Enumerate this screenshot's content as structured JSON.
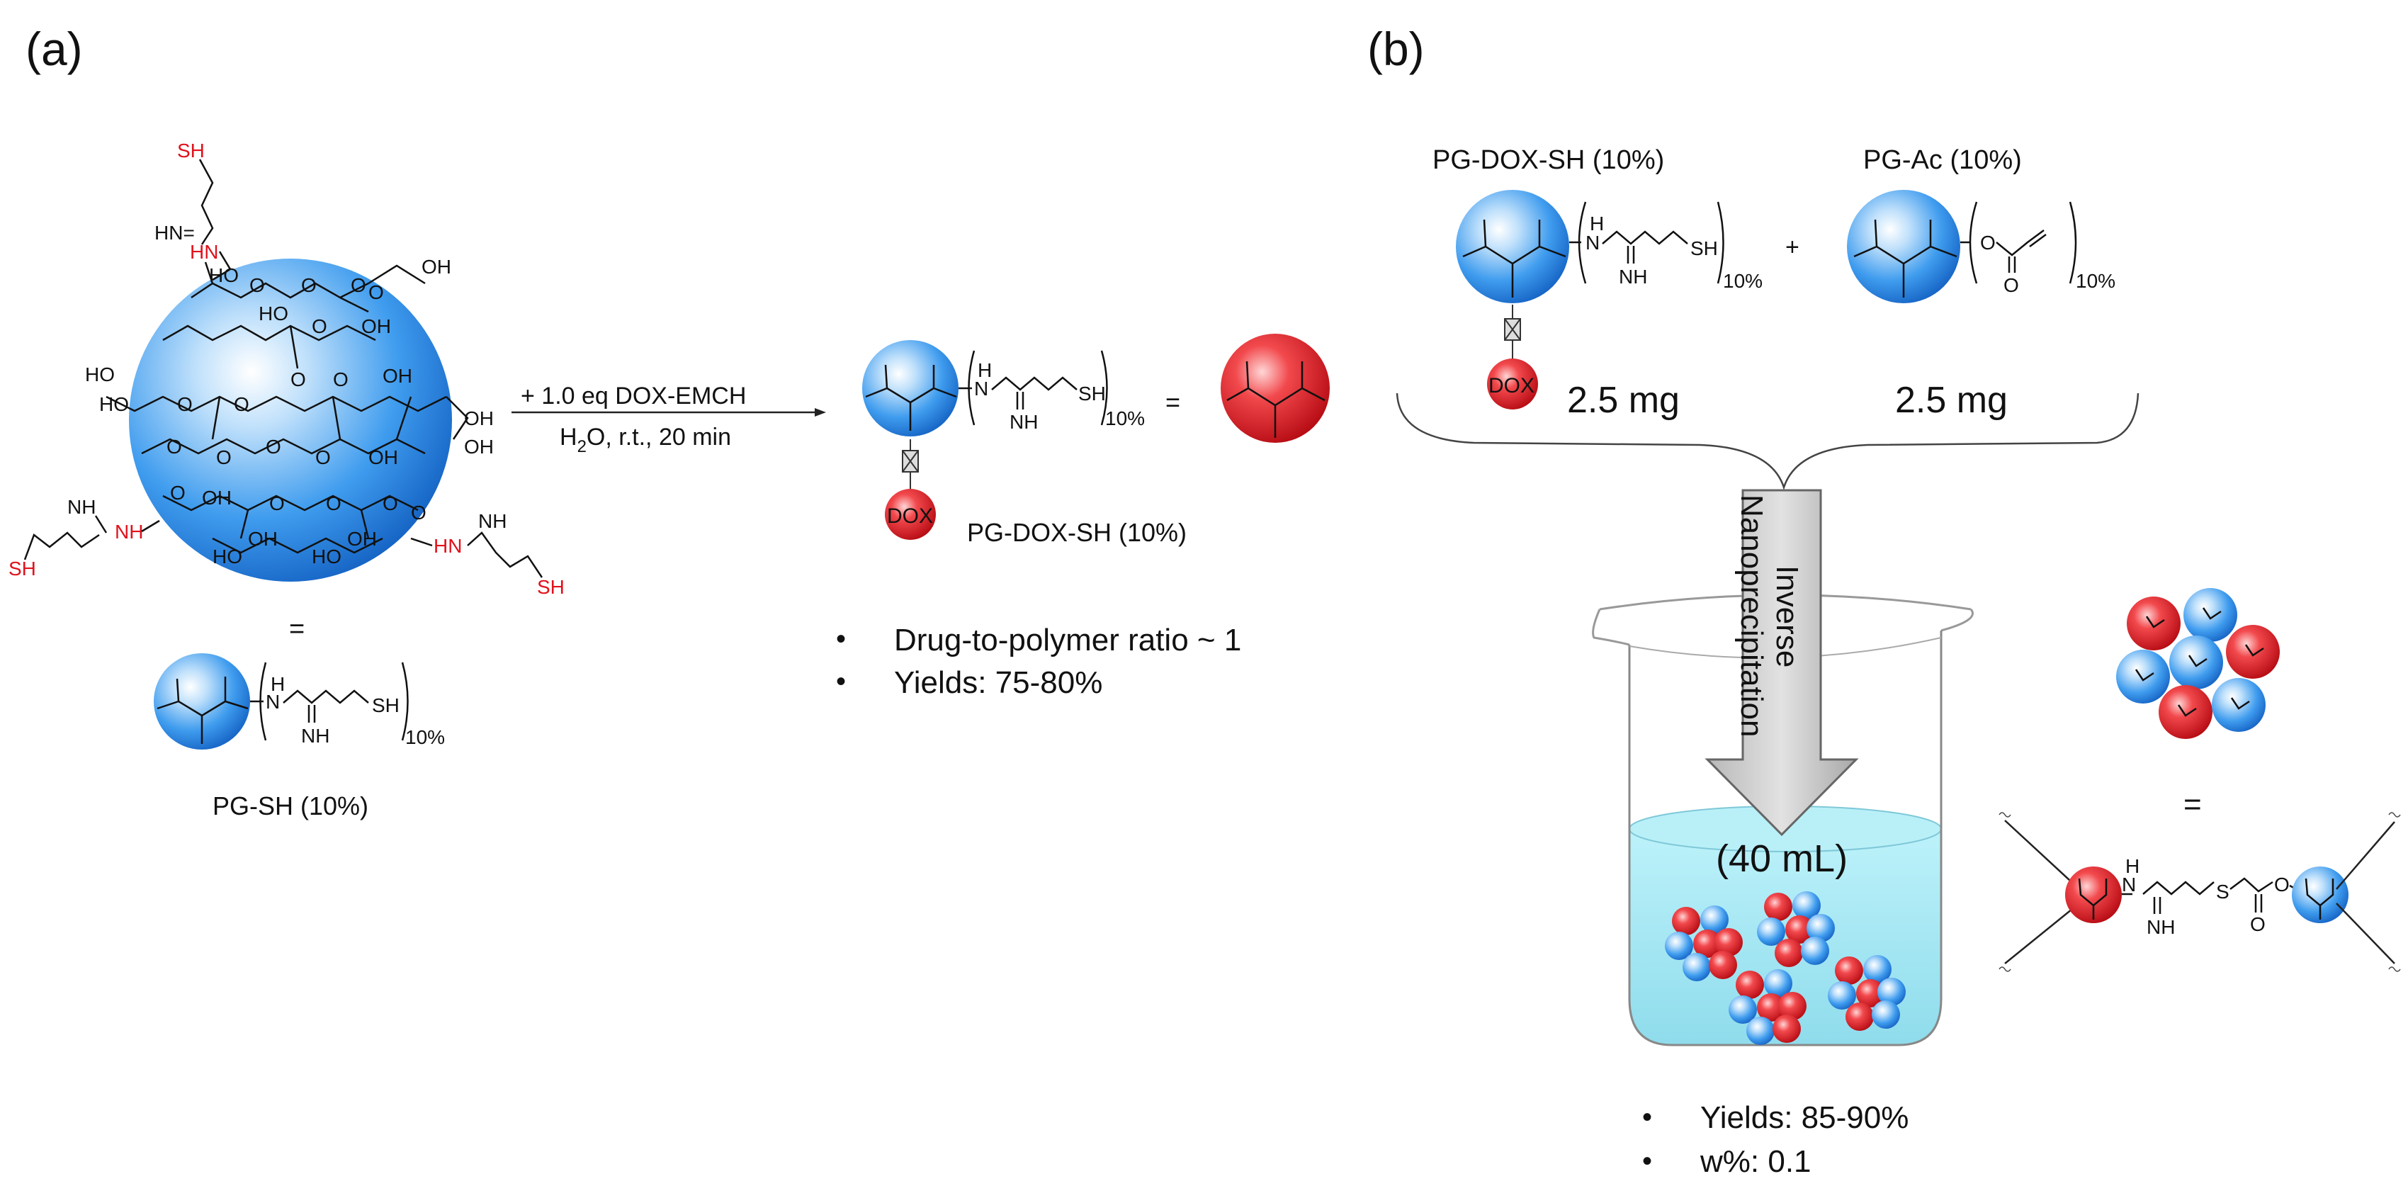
{
  "panel_a": {
    "label": "(a)",
    "sh_group": "SH",
    "imine": "HN=",
    "amine": "HN",
    "hydroxyl": "OH",
    "hydroxyl_left": "HO",
    "ether": "O",
    "nh": "NH",
    "h": "H",
    "n": "N",
    "equals": "=",
    "reagent_line1": "+ 1.0 eq DOX-EMCH",
    "reagent_line2_prefix": "H",
    "reagent_line2_sub": "2",
    "reagent_line2_suffix": "O, r.t., 20 min",
    "percent": "10%",
    "dox": "DOX",
    "pg_sh_label": "PG-SH (10%)",
    "pg_dox_sh_label": "PG-DOX-SH (10%)",
    "bullets": [
      "Drug-to-polymer ratio ~ 1",
      "Yields: 75-80%"
    ]
  },
  "panel_b": {
    "label": "(b)",
    "pg_dox_sh_label": "PG-DOX-SH (10%)",
    "pg_ac_label": "PG-Ac (10%)",
    "plus": "+",
    "o": "O",
    "sh": "SH",
    "s": "S",
    "nh": "NH",
    "h": "H",
    "n": "N",
    "percent": "10%",
    "dox": "DOX",
    "mass_left": "2.5 mg",
    "mass_right": "2.5 mg",
    "arrow_text_line1": "Inverse",
    "arrow_text_line2": "Nanoprecipitation",
    "volume": "(40 mL)",
    "equals": "=",
    "bullets": [
      "Yields: 85-90%",
      "w%: 0.1"
    ]
  },
  "colors": {
    "blue_sphere": "#2b8fe6",
    "red_sphere": "#e0121c",
    "water": "#9ee6f2",
    "arrow": "#c8c8c8",
    "heteroatom_red": "#e0121c"
  }
}
